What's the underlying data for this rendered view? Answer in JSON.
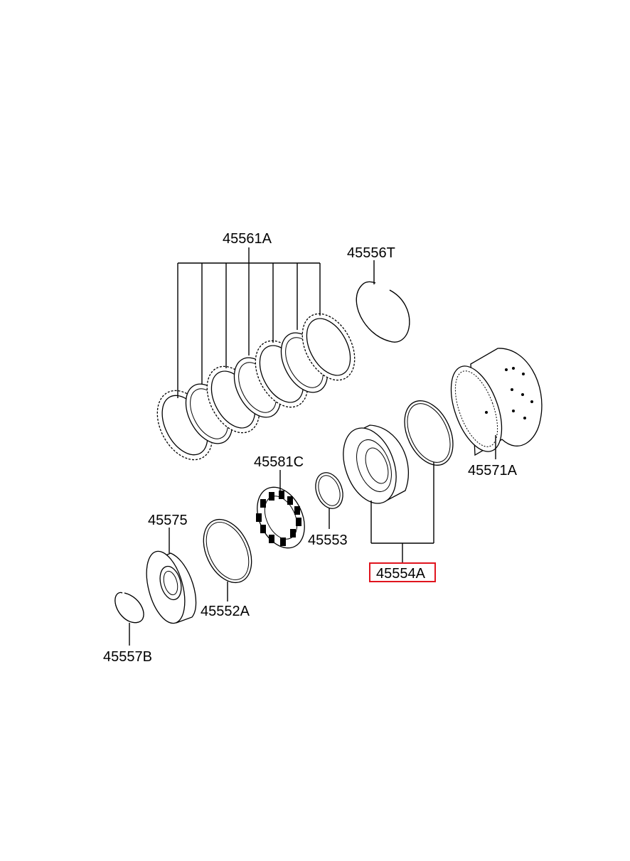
{
  "labels": {
    "p45561A": "45561A",
    "p45556T": "45556T",
    "p45581C": "45581C",
    "p45571A": "45571A",
    "p45575": "45575",
    "p45553": "45553",
    "p45554A": "45554A",
    "p45552A": "45552A",
    "p45557B": "45557B"
  },
  "highlight": {
    "part": "45554A",
    "color": "#e0141e"
  }
}
